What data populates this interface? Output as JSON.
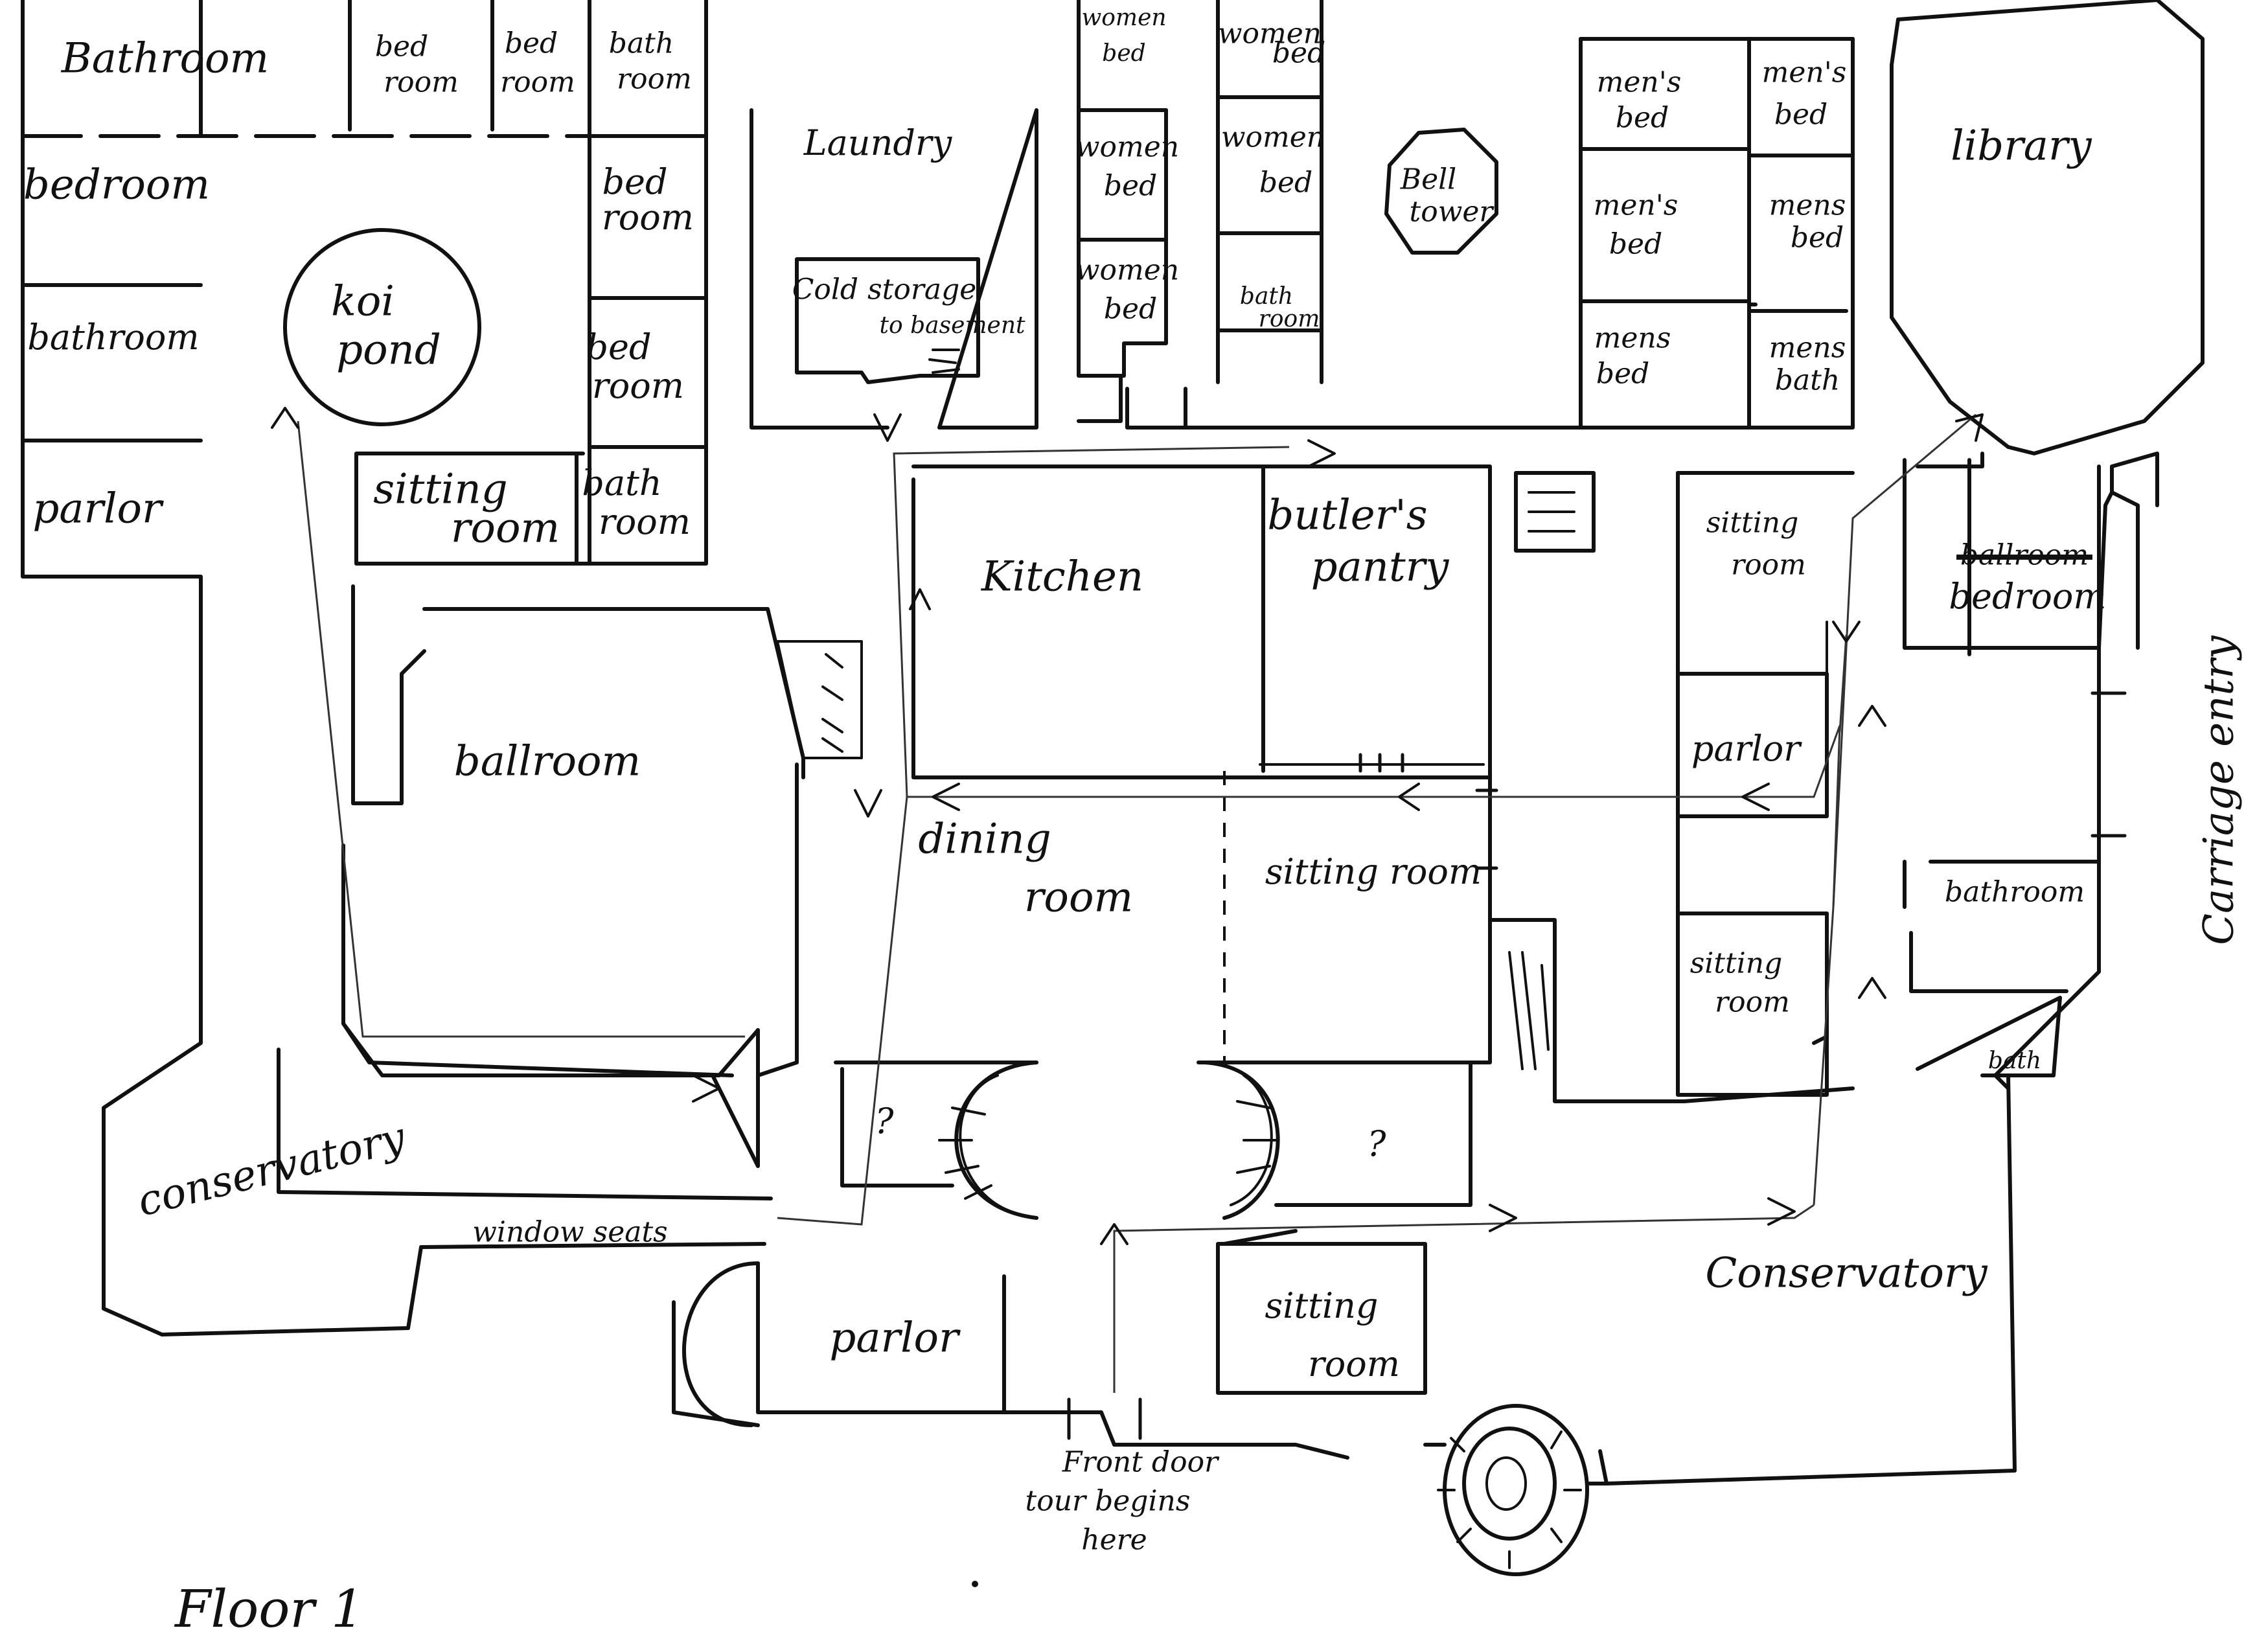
{
  "title": "Floor 1",
  "rooms": {
    "bathroom_nw": "Bathroom",
    "bedroom_top_1": [
      "bed",
      "room"
    ],
    "bedroom_top_2": [
      "bed",
      "room"
    ],
    "bathroom_top": [
      "bath",
      "room"
    ],
    "bedroom_west": "bedroom",
    "bathroom_west": "bathroom",
    "parlor_west": "parlor",
    "koi_pond": [
      "koi",
      "pond"
    ],
    "bedroom_east_1": [
      "bed",
      "room"
    ],
    "bedroom_east_2": [
      "bed",
      "room"
    ],
    "sitting_room_west": [
      "sitting",
      "room"
    ],
    "bathroom_east": [
      "bath",
      "room"
    ],
    "laundry": "Laundry",
    "cold_storage": "Cold storage",
    "to_basement": "to basement",
    "women_bed_1": [
      "women",
      "bed"
    ],
    "women_bed_2": [
      "women",
      "bed"
    ],
    "women_bed_3": [
      "women",
      "bed"
    ],
    "women_bed_4": [
      "women",
      "bed"
    ],
    "women_bed_5": [
      "women",
      "bed"
    ],
    "bath_room_women": [
      "bath",
      "room"
    ],
    "bell_tower": [
      "Bell",
      "tower"
    ],
    "mens_bed_1": [
      "men's",
      "bed"
    ],
    "mens_bed_2": [
      "men's",
      "bed"
    ],
    "mens_bed_3": [
      "men's",
      "bed"
    ],
    "mens_bed_4": [
      "mens",
      "bed"
    ],
    "mens_bed_5": [
      "mens",
      "bed"
    ],
    "mens_bath": [
      "mens",
      "bath"
    ],
    "library": "library",
    "kitchen": "Kitchen",
    "butlers_pantry": [
      "butler's",
      "pantry"
    ],
    "sitting_room_ne": [
      "sitting",
      "room"
    ],
    "bedroom_ne_struck": "ballroom",
    "bedroom_ne": "bedroom",
    "parlor_east": "parlor",
    "carriage_entry": "Carriage entry",
    "ballroom": "ballroom",
    "dining_room": [
      "dining",
      "room"
    ],
    "sitting_room_center": "sitting room",
    "sitting_room_east": [
      "sitting",
      "room"
    ],
    "bathroom_se": "bathroom",
    "bath_small": "bath",
    "unknown_1": "?",
    "unknown_2": "?",
    "conservatory_west": "conservatory",
    "window_seats": "window seats",
    "conservatory_east": "Conservatory",
    "parlor_south": "parlor",
    "sitting_room_south": [
      "sitting",
      "room"
    ],
    "front_door": "Front door",
    "tour_begins": [
      "tour begins",
      "here"
    ]
  }
}
